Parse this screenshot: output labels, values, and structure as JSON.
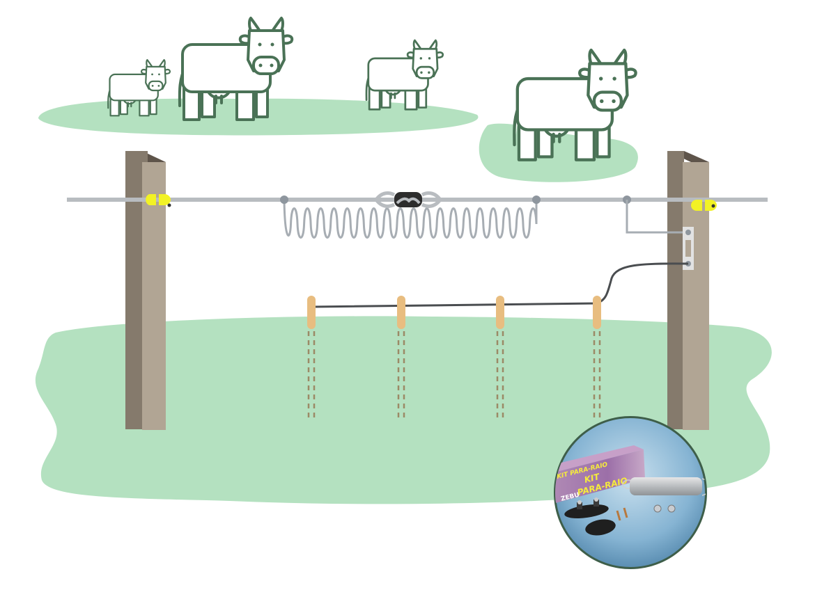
{
  "title": "Kit Para-Raio installation diagram",
  "colors": {
    "grass": "#b4e1c0",
    "post_light": "#b1a594",
    "post_dark": "#857a6c",
    "post_top": "#5e544a",
    "wire": "#b8bcc0",
    "spring": "#a7adb3",
    "ground_wire": "#4a4d50",
    "insulator": "#f2f225",
    "stake": "#e8bd80",
    "cow_outline": "#4a7256",
    "inset_ring": "#3e5e49",
    "inset_bg": "#8ab8d6"
  },
  "product": {
    "box_title": "KIT PARA-RAIO",
    "box_front_line1": "KIT",
    "box_front_line2": "PARA-RAIO",
    "brand": "ZEBU"
  },
  "scene": {
    "cow_count": 4,
    "ground_rod_count": 4,
    "post_count": 2
  }
}
